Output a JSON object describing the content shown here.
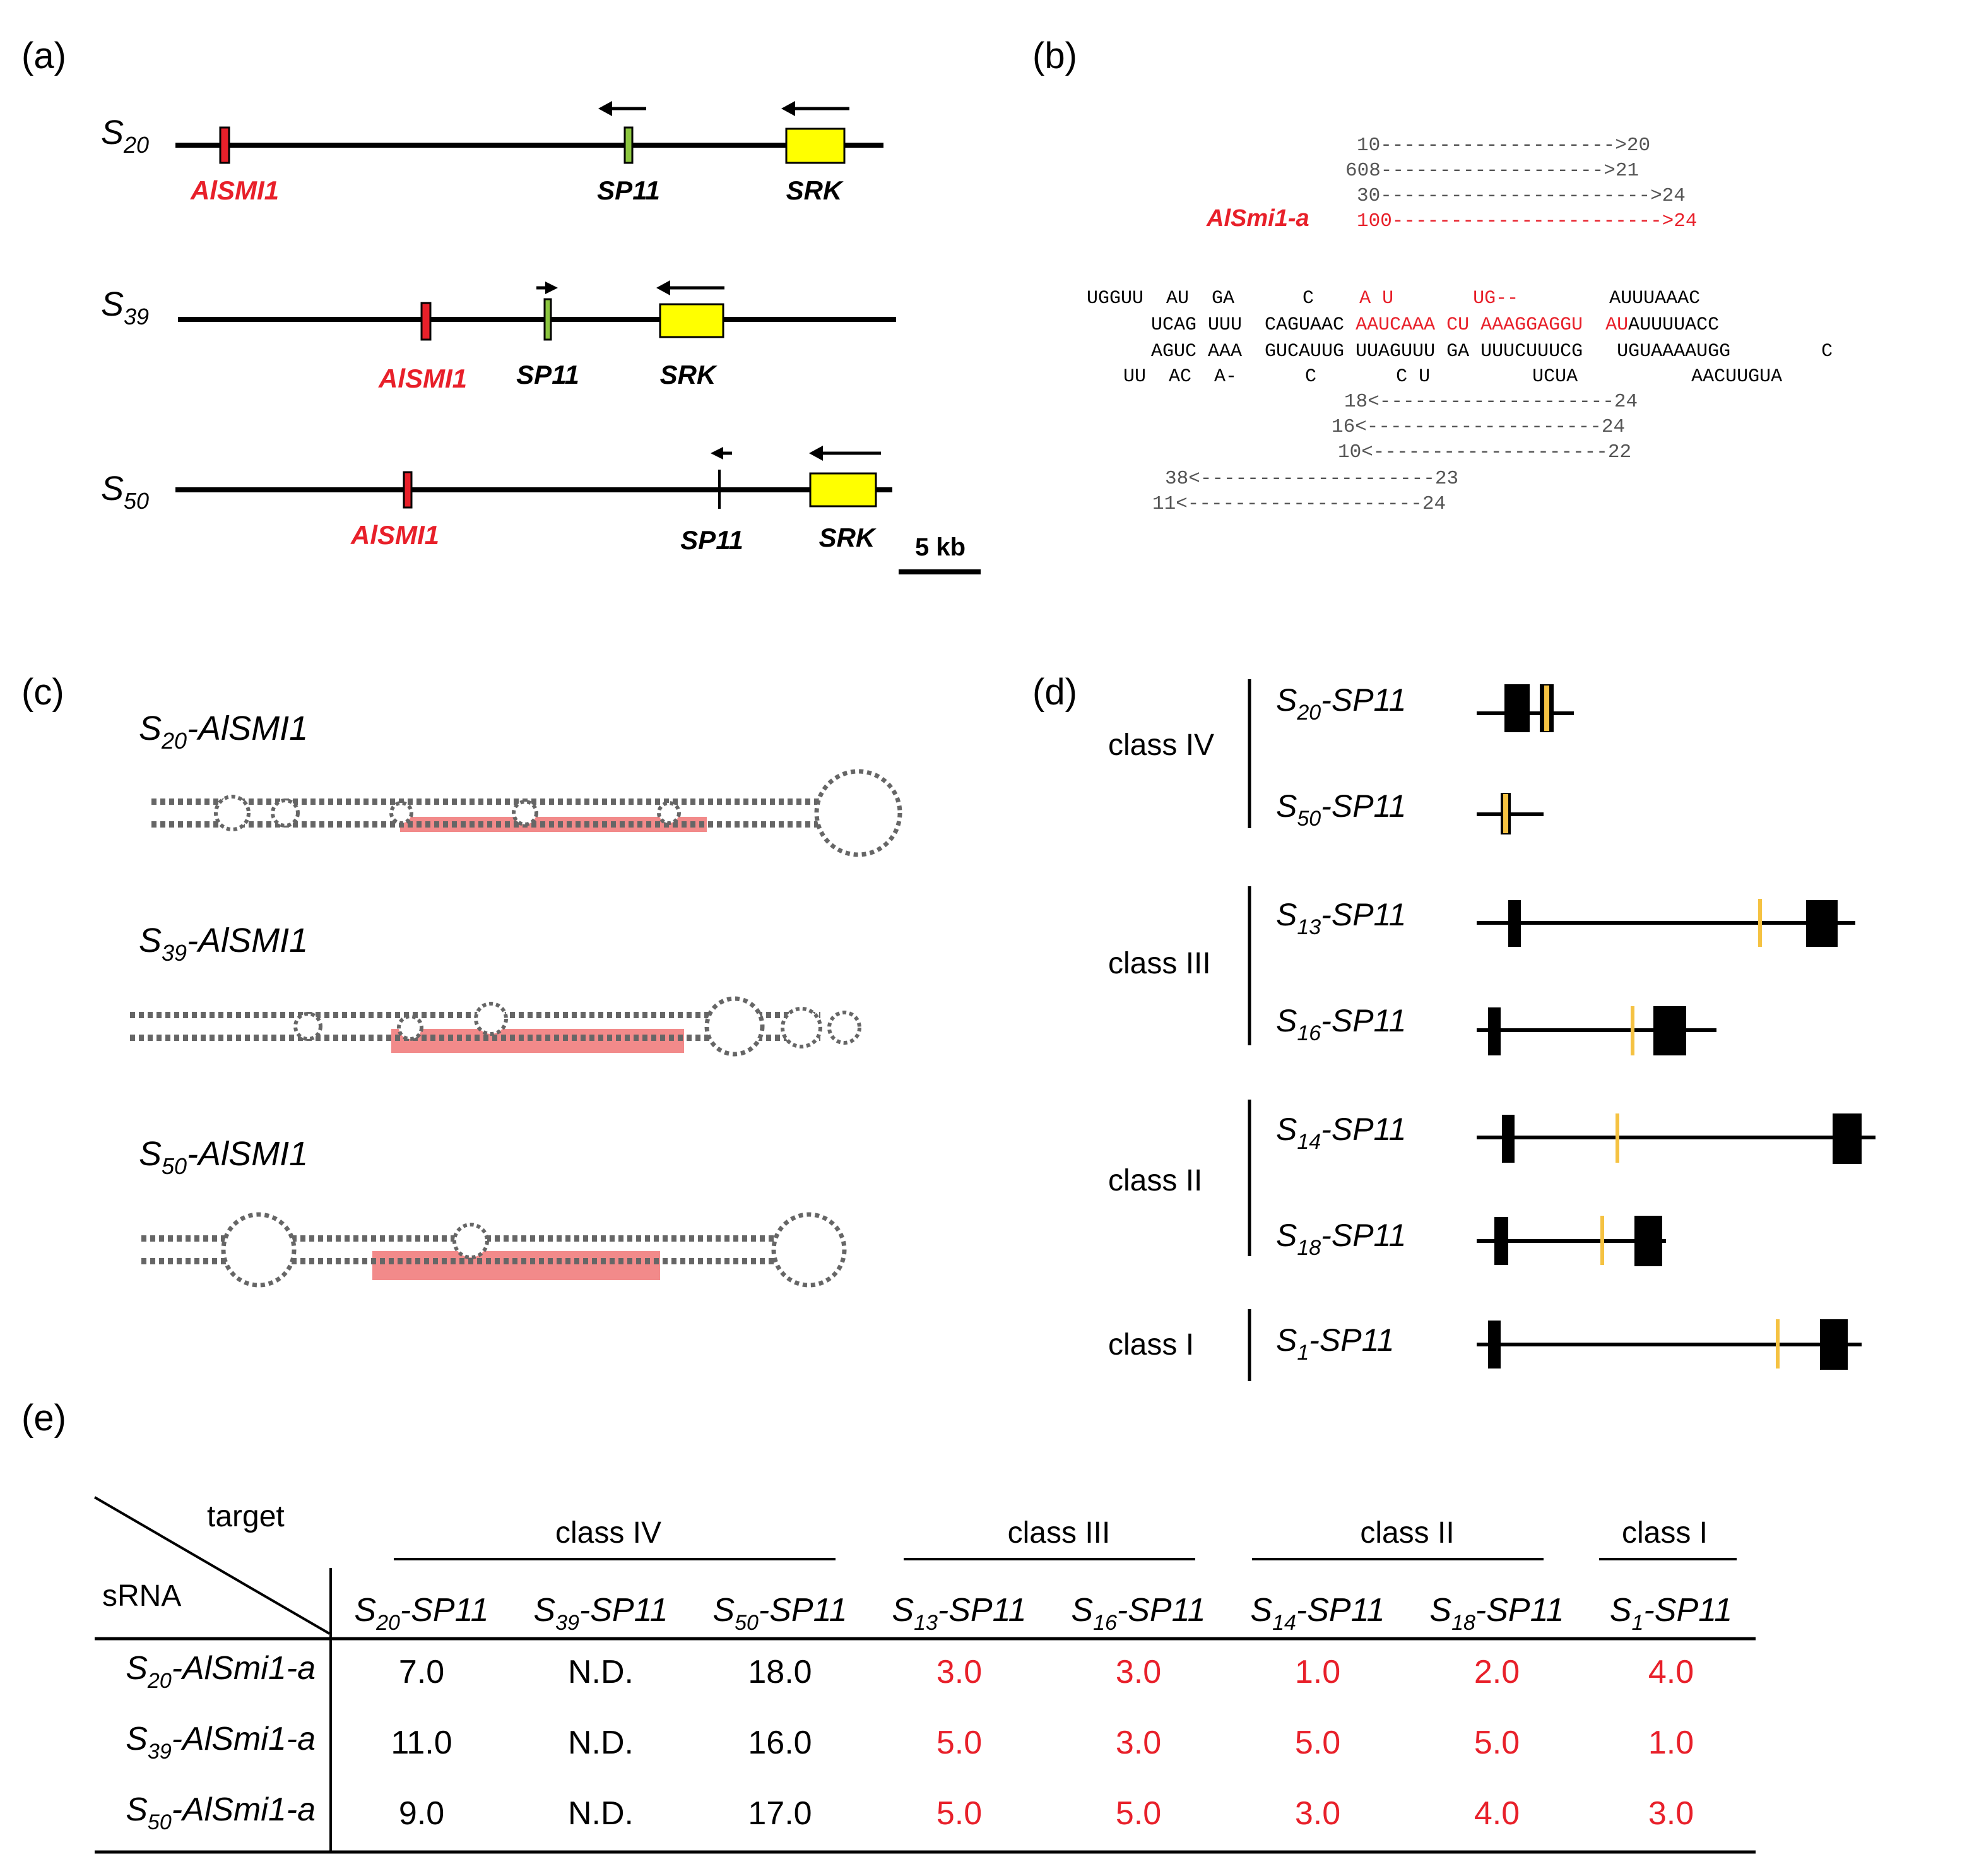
{
  "colors": {
    "red": "#e8202a",
    "yellow": "#ffff00",
    "green": "#8cc63f",
    "amber": "#f5c242",
    "highlight": "#f28a8a",
    "black": "#000000"
  },
  "panel_a": {
    "label": "(a)",
    "rows": [
      {
        "s_base": "S",
        "s_sub": "20",
        "aismi": "AlSMI1",
        "sp11": "SP11",
        "srk": "SRK",
        "sp11_direction": "left"
      },
      {
        "s_base": "S",
        "s_sub": "39",
        "aismi": "AlSMI1",
        "sp11": "SP11",
        "srk": "SRK",
        "sp11_direction": "right"
      },
      {
        "s_base": "S",
        "s_sub": "50",
        "aismi": "AlSMI1",
        "sp11": "SP11",
        "srk": "SRK",
        "sp11_direction": "left"
      }
    ],
    "scale_label": "5 kb"
  },
  "panel_b": {
    "label": "(b)",
    "name": "AlSmi1-a",
    "top_reads": [
      "10-------------------->20",
      "608------------------->21",
      "30----------------------->24",
      "100----------------------->24"
    ],
    "seq_line1": {
      "black_a": "UGGUU  AU  GA      C",
      "red_a": "    A U       UG--",
      "black_b": "        AUUUAAAC"
    },
    "seq_line2": {
      "black_a": "UCAG UUU  CAGUAAC ",
      "red_a": "AAUCAAA CU AAAGGAGGU  AU",
      "black_b": "AUUUUACC"
    },
    "seq_line3": "AGUC AAA  GUCAUUG UUAGUUU GA UUUCUUUCG   UGUAAAAUGG        C",
    "seq_line4": "UU  AC  A-      C       C U         UCUA          AACUUGUA",
    "bottom_reads": [
      "18<--------------------24",
      "16<--------------------24",
      "10<--------------------22",
      "38<--------------------23",
      "11<--------------------24"
    ]
  },
  "panel_c": {
    "label": "(c)",
    "structures": [
      {
        "s_base": "S",
        "s_sub": "20",
        "name": "-AlSMI1"
      },
      {
        "s_base": "S",
        "s_sub": "39",
        "name": "-AlSMI1"
      },
      {
        "s_base": "S",
        "s_sub": "50",
        "name": "-AlSMI1"
      }
    ]
  },
  "panel_d": {
    "label": "(d)",
    "classes": [
      {
        "name": "class IV",
        "genes": [
          {
            "s_base": "S",
            "s_sub": "20",
            "name": "-SP11"
          },
          {
            "s_base": "S",
            "s_sub": "50",
            "name": "-SP11"
          }
        ]
      },
      {
        "name": "class III",
        "genes": [
          {
            "s_base": "S",
            "s_sub": "13",
            "name": "-SP11"
          },
          {
            "s_base": "S",
            "s_sub": "16",
            "name": "-SP11"
          }
        ]
      },
      {
        "name": "class II",
        "genes": [
          {
            "s_base": "S",
            "s_sub": "14",
            "name": "-SP11"
          },
          {
            "s_base": "S",
            "s_sub": "18",
            "name": "-SP11"
          }
        ]
      },
      {
        "name": "class I",
        "genes": [
          {
            "s_base": "S",
            "s_sub": "1",
            "name": "-SP11"
          }
        ]
      }
    ]
  },
  "panel_e": {
    "label": "(e)",
    "corner_target": "target",
    "corner_srna": "sRNA",
    "class_headers": [
      "class IV",
      "class III",
      "class II",
      "class I"
    ],
    "columns": [
      {
        "s_base": "S",
        "s_sub": "20",
        "name": "-SP11"
      },
      {
        "s_base": "S",
        "s_sub": "39",
        "name": "-SP11"
      },
      {
        "s_base": "S",
        "s_sub": "50",
        "name": "-SP11"
      },
      {
        "s_base": "S",
        "s_sub": "13",
        "name": "-SP11"
      },
      {
        "s_base": "S",
        "s_sub": "16",
        "name": "-SP11"
      },
      {
        "s_base": "S",
        "s_sub": "14",
        "name": "-SP11"
      },
      {
        "s_base": "S",
        "s_sub": "18",
        "name": "-SP11"
      },
      {
        "s_base": "S",
        "s_sub": "1",
        "name": "-SP11"
      }
    ],
    "rows": [
      {
        "s_base": "S",
        "s_sub": "20",
        "name": "-AlSmi1-a",
        "values": [
          "7.0",
          "N.D.",
          "18.0",
          "3.0",
          "3.0",
          "1.0",
          "2.0",
          "4.0"
        ]
      },
      {
        "s_base": "S",
        "s_sub": "39",
        "name": "-AlSmi1-a",
        "values": [
          "11.0",
          "N.D.",
          "16.0",
          "5.0",
          "3.0",
          "5.0",
          "5.0",
          "1.0"
        ]
      },
      {
        "s_base": "S",
        "s_sub": "50",
        "name": "-AlSmi1-a",
        "values": [
          "9.0",
          "N.D.",
          "17.0",
          "5.0",
          "5.0",
          "3.0",
          "4.0",
          "3.0"
        ]
      }
    ]
  }
}
